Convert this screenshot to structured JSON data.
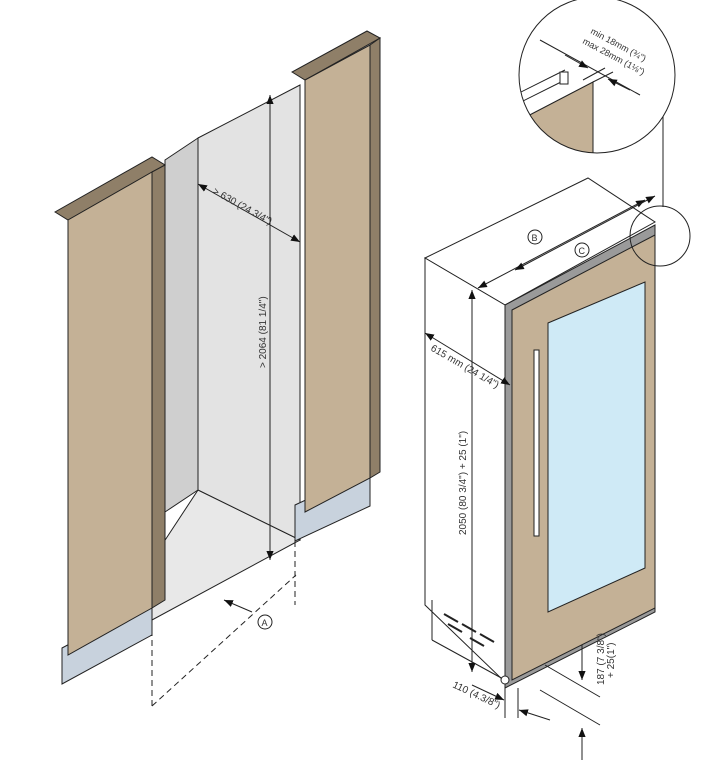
{
  "colors": {
    "panel": "#c4b196",
    "panel_side": "#8f7f68",
    "cavity": "#e3e3e3",
    "cavity_dark": "#cfcfcf",
    "glass": "#cfeaf6",
    "plinth": "#c8d2dd"
  },
  "labels": {
    "min_thickness": "min 18mm (¾\")",
    "max_thickness": "max 28mm (1⅛\")",
    "niche_depth": "> 630 (24 3/4\")",
    "niche_height": "> 2064 (81 1/4\")",
    "appliance_depth": "615 mm (24 1/4\")",
    "appliance_height": "2050 (80 3/4\") + 25 (1\")",
    "plinth_height": "187 (7 3/8\")",
    "plinth_extra": "+ 25(1\")",
    "plinth_depth": "110 (4.3/8\")",
    "marker_a": "A",
    "marker_b": "B",
    "marker_c": "C"
  }
}
